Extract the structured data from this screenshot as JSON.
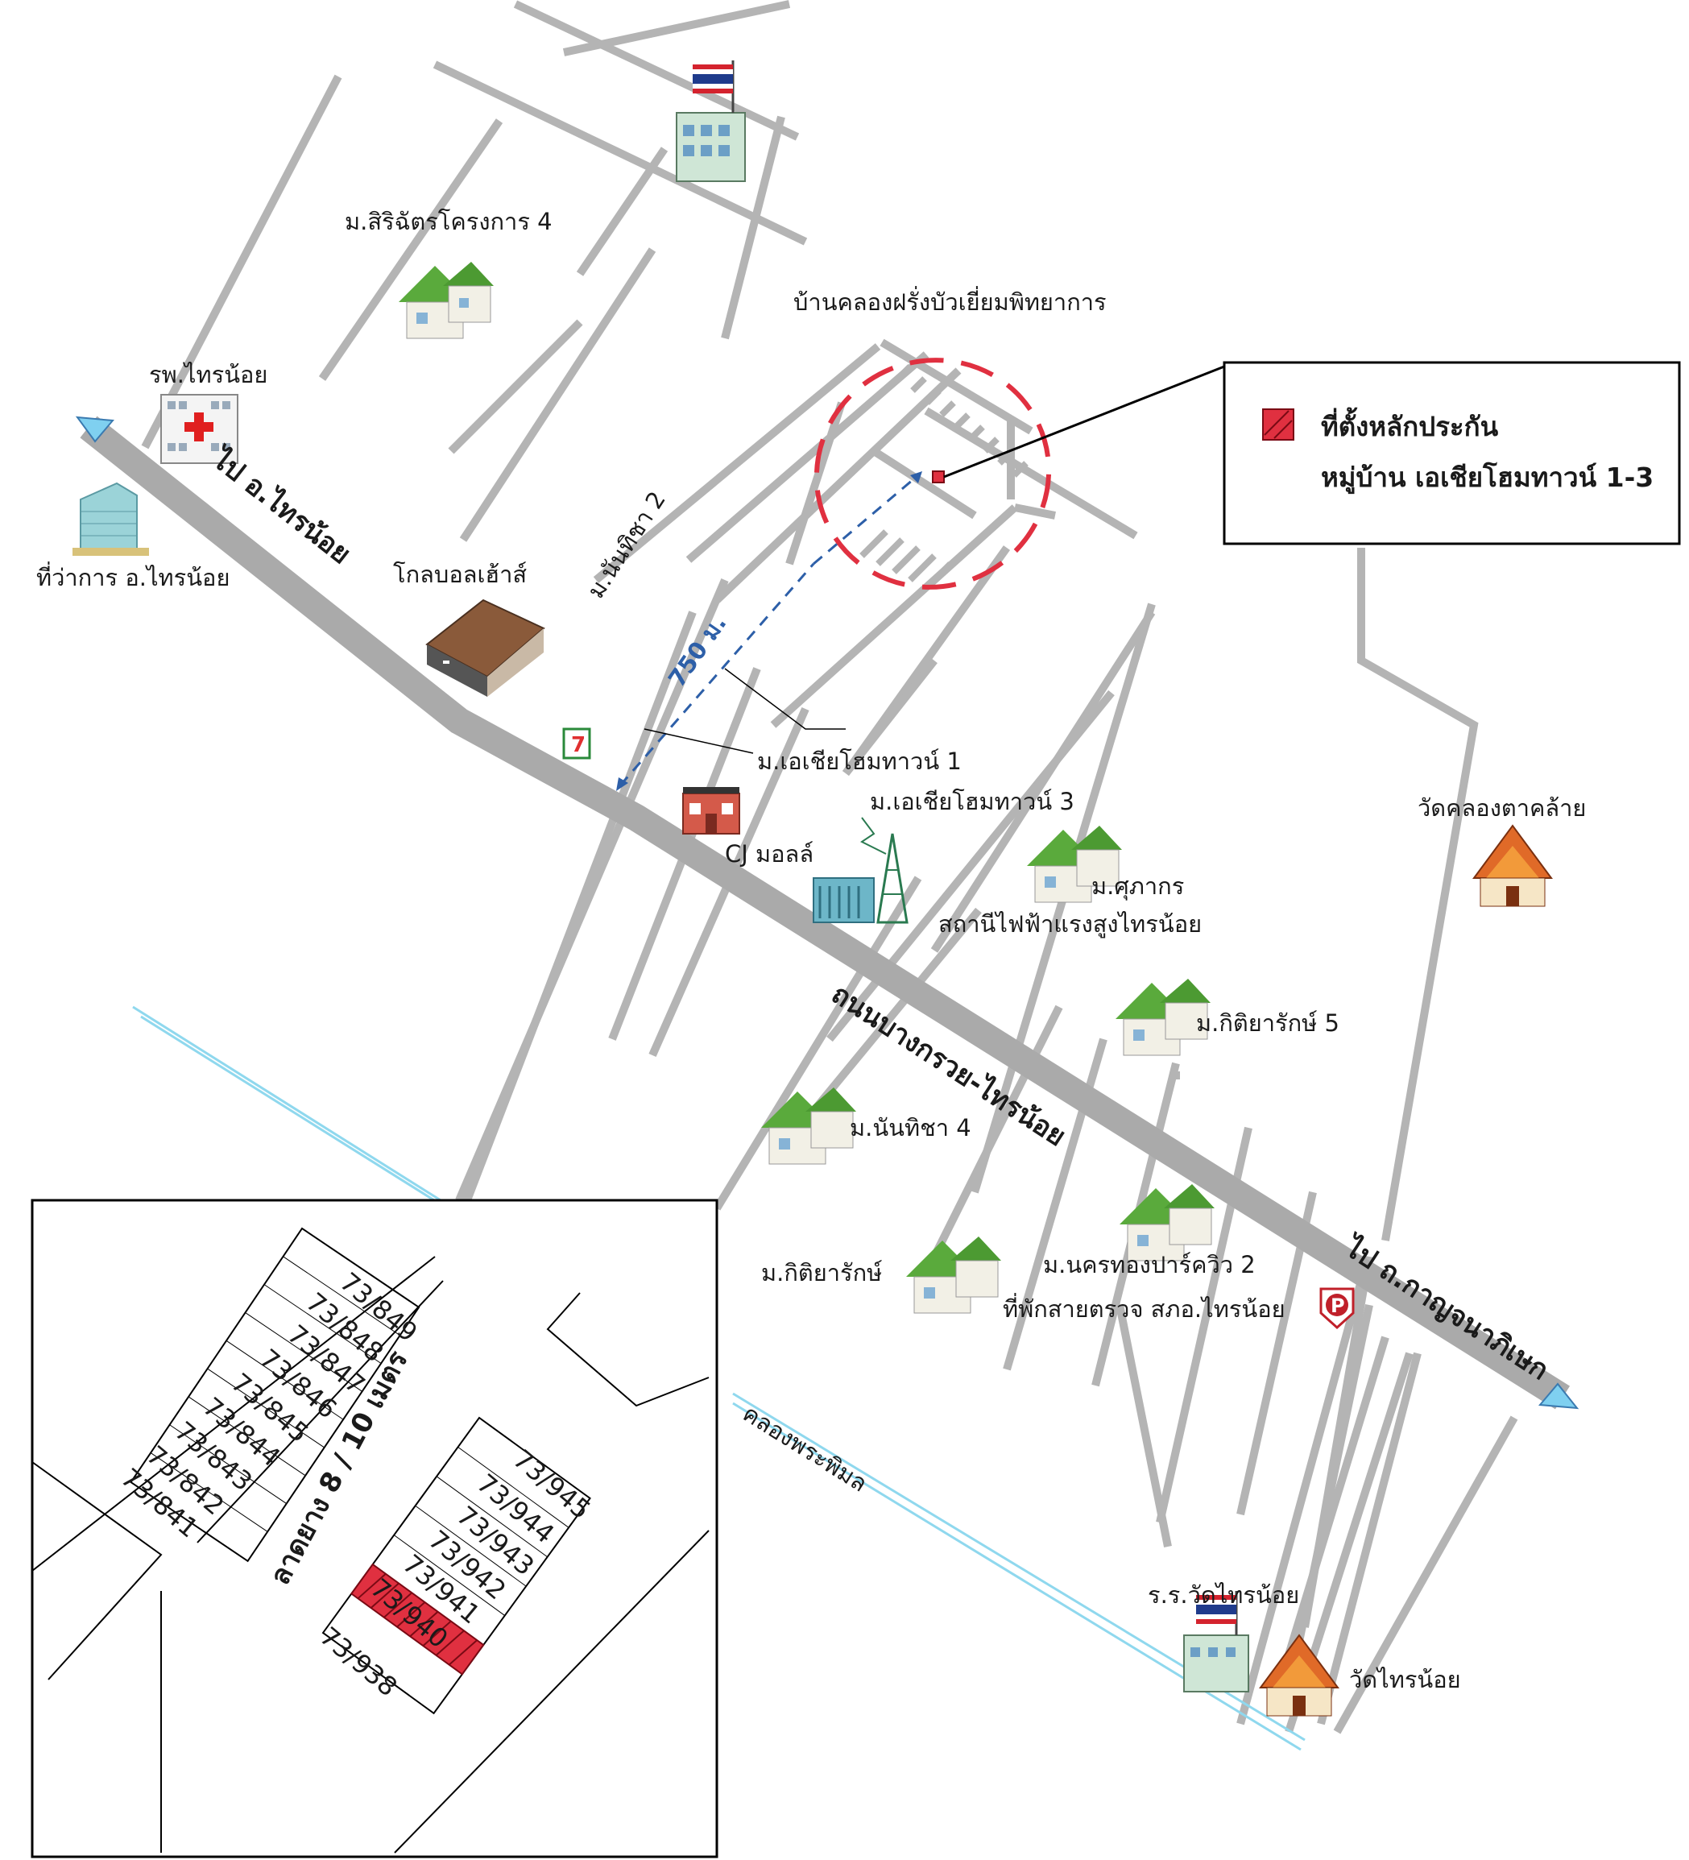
{
  "colors": {
    "road": "#b4b4b4",
    "main_road": "#aaaaaa",
    "canal": "#8fd8ee",
    "marker_red": "#e03040",
    "distance_blue": "#2d5fa8",
    "arrow_blue": "#7fd0f0"
  },
  "legend": {
    "title": "ที่ตั้งหลักประกัน",
    "subtitle": "หมู่บ้าน เอเชียโฮมทาวน์ 1-3"
  },
  "roads": {
    "main_road_label": "ถนนบางกรวย-ไทรน้อย",
    "to_sainoi": "ไป อ.ไทรน้อย",
    "to_kanchana": "ไป ถ.กาญจนาภิเษก",
    "canal_label": "คลองพระพิมล",
    "nanthicha2": "ม.นันทิชา 2",
    "distance": "750 ม."
  },
  "places": {
    "siri4": "ม.สิริฉัตรโครงการ 4",
    "school_top": "บ้านคลองฝรั่งบัวเยี่ยมพิทยาการ",
    "hospital": "รพ.ไทรน้อย",
    "district_office": "ที่ว่าการ อ.ไทรน้อย",
    "globalhouse": "โกลบอลเฮ้าส์",
    "asia1": "ม.เอเชียโฮมทาวน์ 1",
    "asia3": "ม.เอเชียโฮมทาวน์ 3",
    "cj": "CJ มอลล์",
    "supakorn": "ม.ศุภากร",
    "substation": "สถานีไฟฟ้าแรงสูงไทรน้อย",
    "kittiyarak5": "ม.กิติยารักษ์ 5",
    "nanthicha4": "ม.นันทิชา 4",
    "kittiyarak": "ม.กิติยารักษ์",
    "nakhonthong2": "ม.นครทองปาร์ควิว 2",
    "police_box": "ที่พักสายตรวจ สภอ.ไทรน้อย",
    "wat_khlongtakhlai": "วัดคลองตาคล้าย",
    "school_watsainoi": "ร.ร.วัดไทรน้อย",
    "wat_sainoi": "วัดไทรน้อย"
  },
  "inset": {
    "road_label": "ลาดยาง 8 / 10 เมตร",
    "upper_plots": [
      "73/849",
      "73/848",
      "73/847",
      "73/846",
      "73/845",
      "73/844",
      "73/843",
      "73/842",
      "73/841"
    ],
    "lower_plots": [
      "73/945",
      "73/944",
      "73/943",
      "73/942",
      "73/941",
      "73/940",
      "73/938"
    ],
    "highlighted_plots": [
      "73/940"
    ]
  }
}
